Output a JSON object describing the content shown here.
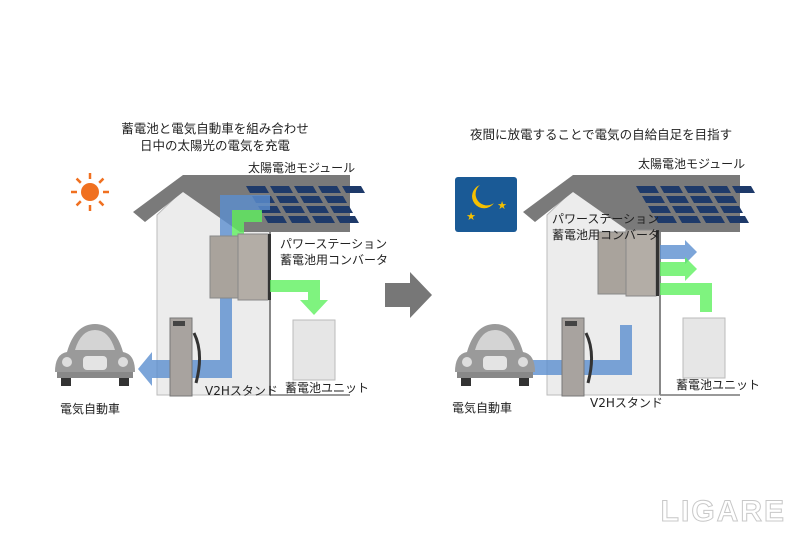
{
  "left_panel": {
    "title_line1": "蓄電池と電気自動車を組み合わせ",
    "title_line2": "日中の太陽光の電気を充電",
    "solar_module": "太陽電池モジュール",
    "power_station_line1": "パワーステーション",
    "power_station_line2": "蓄電池用コンバータ",
    "battery_unit": "蓄電池ユニット",
    "v2h_stand": "V2Hスタンド",
    "ev": "電気自動車",
    "icon": "sun-icon"
  },
  "right_panel": {
    "title": "夜間に放電することで電気の自給自足を目指す",
    "solar_module": "太陽電池モジュール",
    "power_station_line1": "パワーステーション",
    "power_station_line2": "蓄電池用コンバータ",
    "battery_unit": "蓄電池ユニット",
    "v2h_stand": "V2Hスタンド",
    "ev": "電気自動車",
    "icon": "moon-stars-icon"
  },
  "logo": "LIGARE",
  "colors": {
    "blue_flow": "#5b8fd0",
    "green_flow": "#5ff05f",
    "sun": "#f07020",
    "night": "#1a5a96",
    "roof": "#7a7a7a",
    "panel": "#1e3a6a"
  }
}
